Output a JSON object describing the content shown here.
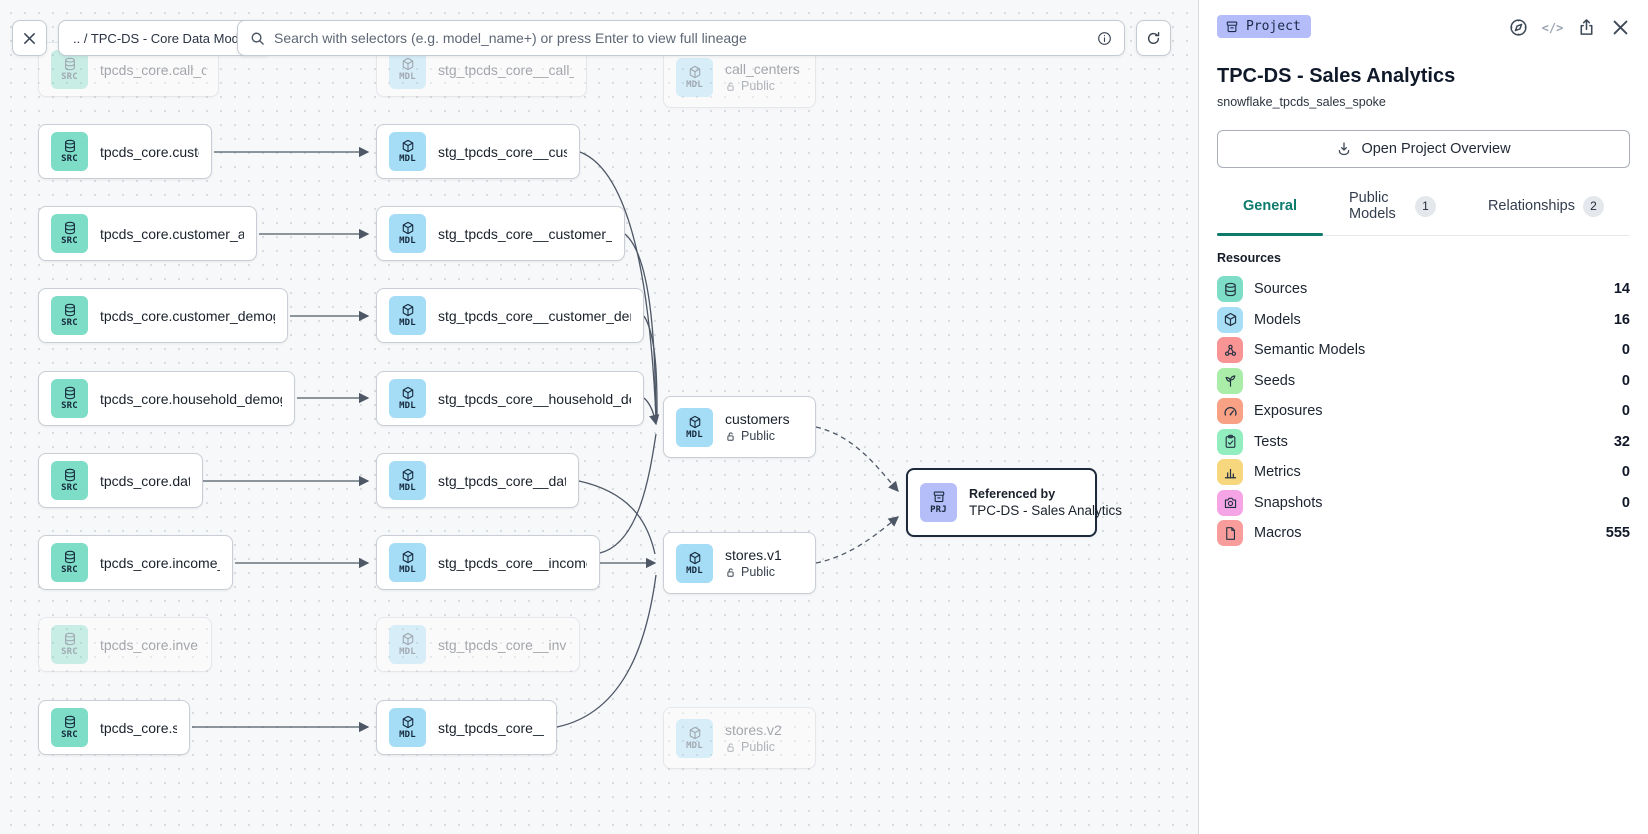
{
  "toolbar": {
    "breadcrumb": ".. / TPC-DS - Core Data Models",
    "search_placeholder": "Search with selectors (e.g. model_name+) or press Enter to view full lineage"
  },
  "badges": {
    "source": "SRC",
    "model": "MDL",
    "project": "PRJ"
  },
  "canvas": {
    "rows": [
      {
        "source": "tpcds_core.call_center",
        "model": "stg_tpcds_core__call_center",
        "faded": true
      },
      {
        "source": "tpcds_core.customer",
        "model": "stg_tpcds_core__customer",
        "faded": false
      },
      {
        "source": "tpcds_core.customer_address",
        "model": "stg_tpcds_core__customer_address",
        "faded": false
      },
      {
        "source": "tpcds_core.customer_demographics",
        "model": "stg_tpcds_core__customer_demogra…",
        "faded": false
      },
      {
        "source": "tpcds_core.household_demographics",
        "model": "stg_tpcds_core__household_demogr…",
        "faded": false
      },
      {
        "source": "tpcds_core.date_dim",
        "model": "stg_tpcds_core__date_dim",
        "faded": false
      },
      {
        "source": "tpcds_core.income_band",
        "model": "stg_tpcds_core__income_band",
        "faded": false
      },
      {
        "source": "tpcds_core.inventory",
        "model": "stg_tpcds_core__inventory",
        "faded": true
      },
      {
        "source": "tpcds_core.store",
        "model": "stg_tpcds_core__store",
        "faded": false
      }
    ],
    "public_nodes": [
      {
        "label": "call_centers",
        "access": "Public",
        "faded": true
      },
      {
        "label": "customers",
        "access": "Public",
        "faded": false
      },
      {
        "label": "stores.v1",
        "access": "Public",
        "faded": false
      },
      {
        "label": "stores.v2",
        "access": "Public",
        "faded": true
      }
    ],
    "project_node": {
      "kicker": "Referenced by",
      "title": "TPC-DS - Sales Analytics"
    }
  },
  "panel": {
    "type_badge": "Project",
    "code_icon_label": "</>",
    "title": "TPC-DS - Sales Analytics",
    "subtitle": "snowflake_tpcds_sales_spoke",
    "overview_button": "Open Project Overview",
    "tabs": [
      {
        "label": "General",
        "active": true
      },
      {
        "label": "Public Models",
        "badge": "1"
      },
      {
        "label": "Relationships",
        "badge": "2"
      }
    ],
    "resources_title": "Resources",
    "resources": [
      {
        "label": "Sources",
        "count": "14",
        "color": "#7eddc6"
      },
      {
        "label": "Models",
        "count": "16",
        "color": "#a8def5"
      },
      {
        "label": "Semantic Models",
        "count": "0",
        "color": "#f89494"
      },
      {
        "label": "Seeds",
        "count": "0",
        "color": "#a9eda9"
      },
      {
        "label": "Exposures",
        "count": "0",
        "color": "#f9a184"
      },
      {
        "label": "Tests",
        "count": "32",
        "color": "#93eebf"
      },
      {
        "label": "Metrics",
        "count": "0",
        "color": "#f6d77e"
      },
      {
        "label": "Snapshots",
        "count": "0",
        "color": "#f5a4e5"
      },
      {
        "label": "Macros",
        "count": "555",
        "color": "#f99c9c"
      }
    ],
    "accent_teal": "#0c7b6c"
  }
}
